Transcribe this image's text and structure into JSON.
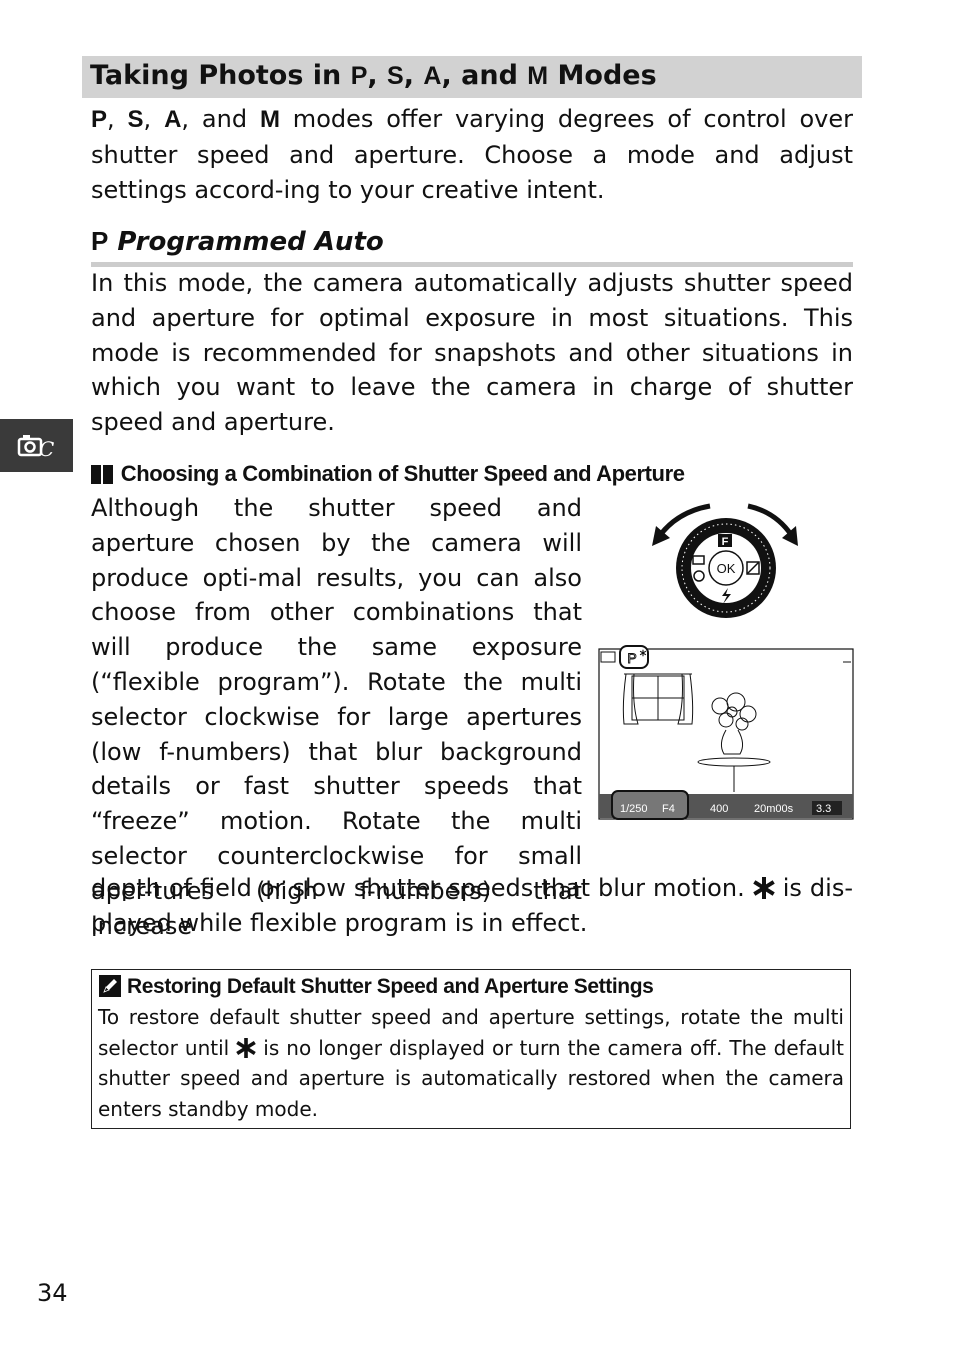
{
  "section": {
    "title_pre": "Taking Photos in ",
    "m1": "P",
    "sep1": ", ",
    "m2": "S",
    "sep2": ", ",
    "m3": "A",
    "sep3": ", and ",
    "m4": "M",
    "title_post": " Modes"
  },
  "intro": {
    "m1": "P",
    "sep1": ", ",
    "m2": "S",
    "sep2": ", ",
    "m3": "A",
    "sep3": ", and ",
    "m4": "M",
    "text": " modes offer varying degrees of control over shutter speed and aperture. Choose a mode and adjust settings accord-ing to your creative intent."
  },
  "mode_p": {
    "letter": "P",
    "name": "Programmed Auto",
    "text": "In this mode, the camera automatically adjusts shutter speed and aperture for optimal exposure in most situations. This mode is recommended for snapshots and other situations in which you want to leave the camera in charge of shutter speed and aperture."
  },
  "flexible": {
    "heading": "Choosing a Combination of Shutter Speed and Aperture",
    "text": "Although the shutter speed and aperture chosen by the camera will produce opti-mal results, you can also choose from other combinations that will produce the same exposure (“flexible program”). Rotate the multi selector clockwise for large apertures (low f-numbers) that blur background details or fast shutter speeds that “freeze” motion. Rotate the multi selector counterclockwise for small aper-tures (high f-numbers) that increase",
    "tail_pre": "depth of field or slow shutter speeds that blur motion. ",
    "tail_post": " is dis-played while flexible program is in effect."
  },
  "illustration": {
    "dial": {
      "ok_label": "OK",
      "top_icon": "F"
    },
    "lcd": {
      "mode": "P",
      "shutter": "1/250",
      "aperture": "F4",
      "iso": "400",
      "remaining": "20m00s",
      "ev": "3.3"
    }
  },
  "note": {
    "title": "Restoring Default Shutter Speed and Aperture Settings",
    "pre": "To restore default shutter speed and aperture settings, rotate the multi selector until ",
    "post": " is no longer displayed or turn the camera off. The default shutter speed and aperture is automatically restored when the camera enters standby mode."
  },
  "icons": {
    "side_tab": "camera-c-icon",
    "flexible_indicator": "flexible-program-asterisk-icon",
    "note": "pencil-icon"
  },
  "page_number": "34",
  "colors": {
    "section_bar": "#d2d2d2",
    "side_tab": "#3a3a3a",
    "rule": "#cccccc"
  }
}
